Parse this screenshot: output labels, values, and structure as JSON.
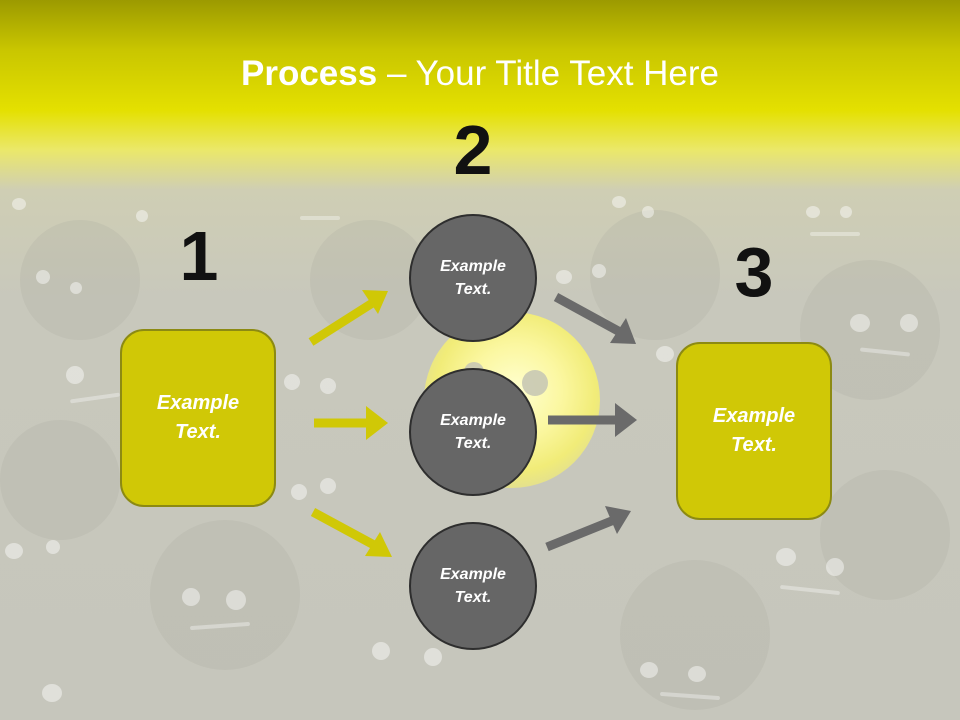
{
  "title": {
    "bold": "Process",
    "rest": " – Your Title Text Here"
  },
  "steps": [
    {
      "number": "1",
      "box_text": "Example\nText."
    },
    {
      "number": "2",
      "circles": [
        "Example\nText.",
        "Example\nText.",
        "Example\nText."
      ]
    },
    {
      "number": "3",
      "box_text": "Example\nText."
    }
  ],
  "colors": {
    "box": "#d0c806",
    "circle": "#666666",
    "yellow_arrow": "#d0c806",
    "gray_arrow": "#6a6a6a",
    "title_band": "#e4e000"
  }
}
